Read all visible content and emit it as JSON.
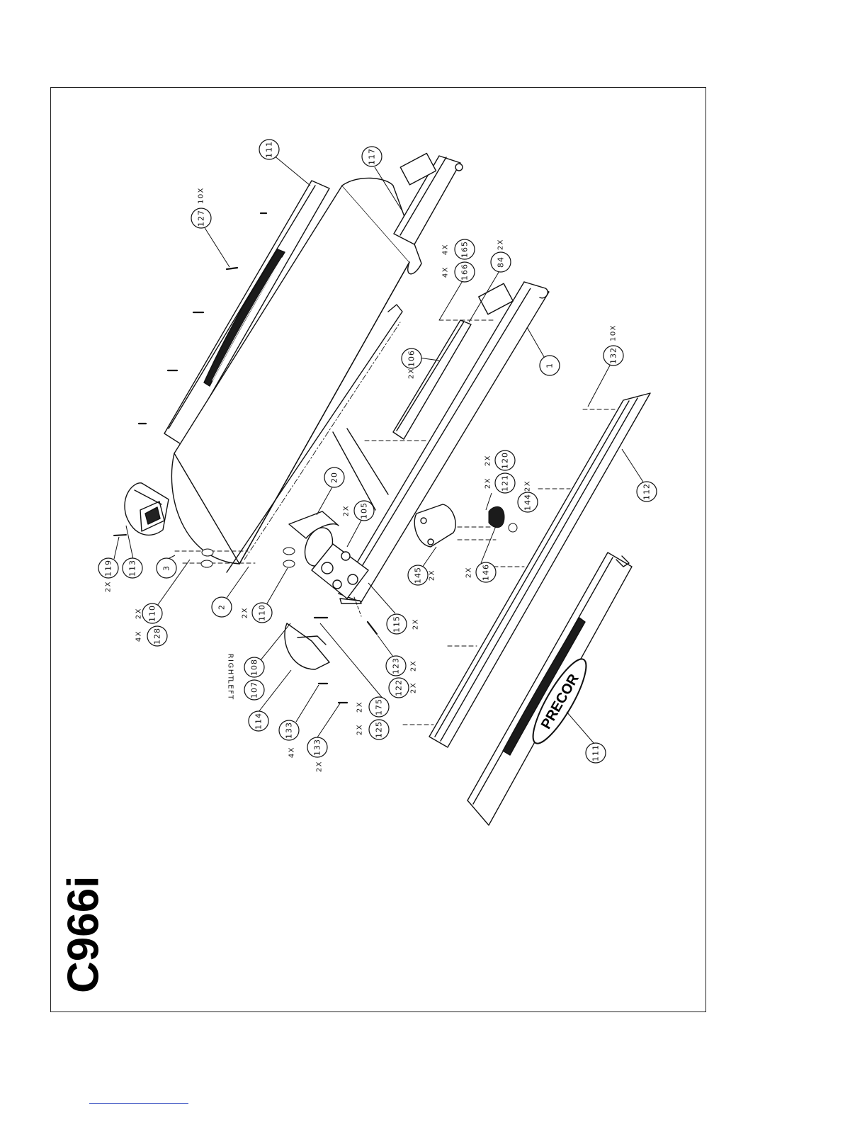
{
  "title": "C966i",
  "logo_text": "PRECOR",
  "callouts": [
    {
      "id": "c-111-top",
      "num": "111",
      "qty": ""
    },
    {
      "id": "c-117",
      "num": "117",
      "qty": ""
    },
    {
      "id": "c-127",
      "num": "127",
      "qty": "10X"
    },
    {
      "id": "c-165",
      "num": "165",
      "qty": "4X"
    },
    {
      "id": "c-166",
      "num": "166",
      "qty": "4X"
    },
    {
      "id": "c-84",
      "num": "84",
      "qty": "2X"
    },
    {
      "id": "c-1",
      "num": "1",
      "qty": ""
    },
    {
      "id": "c-106",
      "num": "106",
      "qty": "2X"
    },
    {
      "id": "c-132",
      "num": "132",
      "qty": "10X"
    },
    {
      "id": "c-20",
      "num": "20",
      "qty": ""
    },
    {
      "id": "c-105",
      "num": "105",
      "qty": "2X"
    },
    {
      "id": "c-120",
      "num": "120",
      "qty": "2X"
    },
    {
      "id": "c-121",
      "num": "121",
      "qty": "2X"
    },
    {
      "id": "c-144",
      "num": "144",
      "qty": "2X"
    },
    {
      "id": "c-112",
      "num": "112",
      "qty": ""
    },
    {
      "id": "c-119",
      "num": "119",
      "qty": "2X"
    },
    {
      "id": "c-113",
      "num": "113",
      "qty": ""
    },
    {
      "id": "c-3",
      "num": "3",
      "qty": ""
    },
    {
      "id": "c-2",
      "num": "2",
      "qty": ""
    },
    {
      "id": "c-110a",
      "num": "110",
      "qty": "2X"
    },
    {
      "id": "c-110b",
      "num": "110",
      "qty": "2X"
    },
    {
      "id": "c-128",
      "num": "128",
      "qty": "4X"
    },
    {
      "id": "c-145",
      "num": "145",
      "qty": "2X"
    },
    {
      "id": "c-146",
      "num": "146",
      "qty": "2X"
    },
    {
      "id": "c-115",
      "num": "115",
      "qty": "2X"
    },
    {
      "id": "c-123",
      "num": "123",
      "qty": "2X"
    },
    {
      "id": "c-122",
      "num": "122",
      "qty": "2X"
    },
    {
      "id": "c-108",
      "num": "108",
      "qty": "RIGHT"
    },
    {
      "id": "c-107",
      "num": "107",
      "qty": "LEFT"
    },
    {
      "id": "c-114",
      "num": "114",
      "qty": ""
    },
    {
      "id": "c-133a",
      "num": "133",
      "qty": "4X"
    },
    {
      "id": "c-133b",
      "num": "133",
      "qty": "2X"
    },
    {
      "id": "c-175",
      "num": "175",
      "qty": "2X"
    },
    {
      "id": "c-125",
      "num": "125",
      "qty": "2X"
    },
    {
      "id": "c-111-bot",
      "num": "111",
      "qty": ""
    }
  ]
}
